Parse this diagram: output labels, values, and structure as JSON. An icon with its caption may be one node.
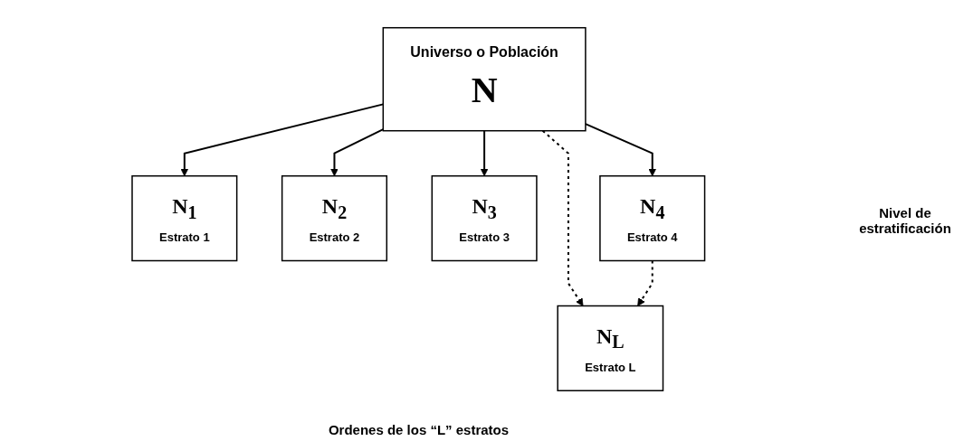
{
  "diagram": {
    "nodes": [
      {
        "text": [
          "Universo o Población",
          "N"
        ]
      },
      {
        "text": [
          "N$_{1}$",
          "Estrato 1"
        ]
      },
      {
        "text": [
          "N$_{2}$",
          "Estrato 2"
        ]
      },
      {
        "text": [
          "N$_{3}$",
          "Estrato 3"
        ]
      },
      {
        "text": [
          "N$_{4}$",
          "Estrato 4"
        ]
      },
      {
        "text": [
          "N$_{L}$",
          "Estrato L"
        ]
      }
    ],
    "edges": [
      {
        "from": 0,
        "to": 1,
        "arrow": "to"
      },
      {
        "from": 0,
        "to": 2,
        "arrow": "to"
      },
      {
        "from": 0,
        "to": 3,
        "arrow": "to"
      },
      {
        "from": 0,
        "to": 4,
        "arrow": "to"
      },
      {
        "from": 0,
        "to": 5,
        "arrow": "to",
        "style": "dashed"
      },
      {
        "from": 4,
        "to": 5,
        "arrow": "to",
        "style": "dashed"
      }
    ],
    "labels": [
      "Nivel de estratificación",
      "Ordenes de los “L” estratos"
    ]
  }
}
